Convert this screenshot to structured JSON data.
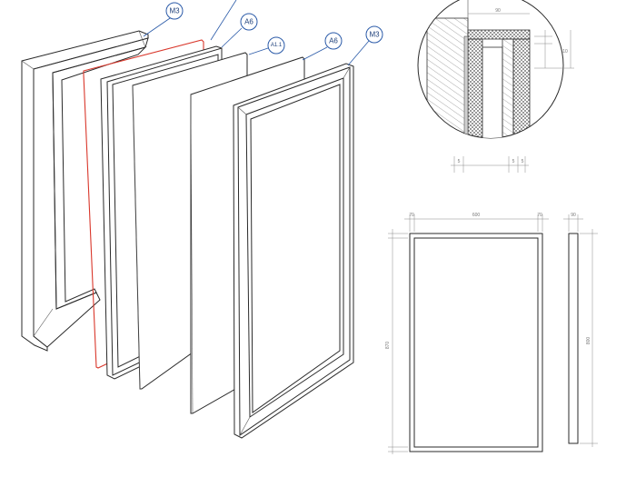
{
  "callouts": {
    "m3_back": "M3",
    "a6_back": "A6",
    "a11": "A1.1",
    "a6_front": "A6",
    "m3_front": "M3"
  },
  "dimensions": {
    "width_left": "70",
    "width_mid": "600",
    "width_right": "70",
    "depth_top": "90",
    "height_left": "870",
    "height_right": "800"
  },
  "colors": {
    "outline": "#2a2a2a",
    "seal_red": "#d9372b",
    "callout_blue": "#2a5aa8",
    "insulation": "#d0d0d0"
  }
}
